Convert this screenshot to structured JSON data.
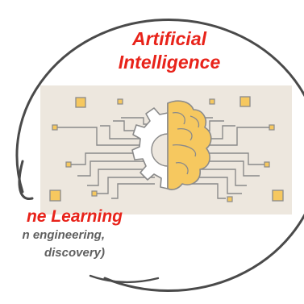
{
  "outer_label": {
    "line1": "Artificial",
    "line2": "Intelligence",
    "color": "#e8231a"
  },
  "inner_label": {
    "title": "ne Learning",
    "desc_line1": "n engineering,",
    "desc_line2": "discovery)",
    "title_color": "#e8231a",
    "desc_color": "#5f5f5f"
  },
  "illustration": {
    "icon": "gear-brain-circuit-icon",
    "background": "#ede7de",
    "accent": "#f6c85f",
    "line_color": "#8a8a8a"
  }
}
